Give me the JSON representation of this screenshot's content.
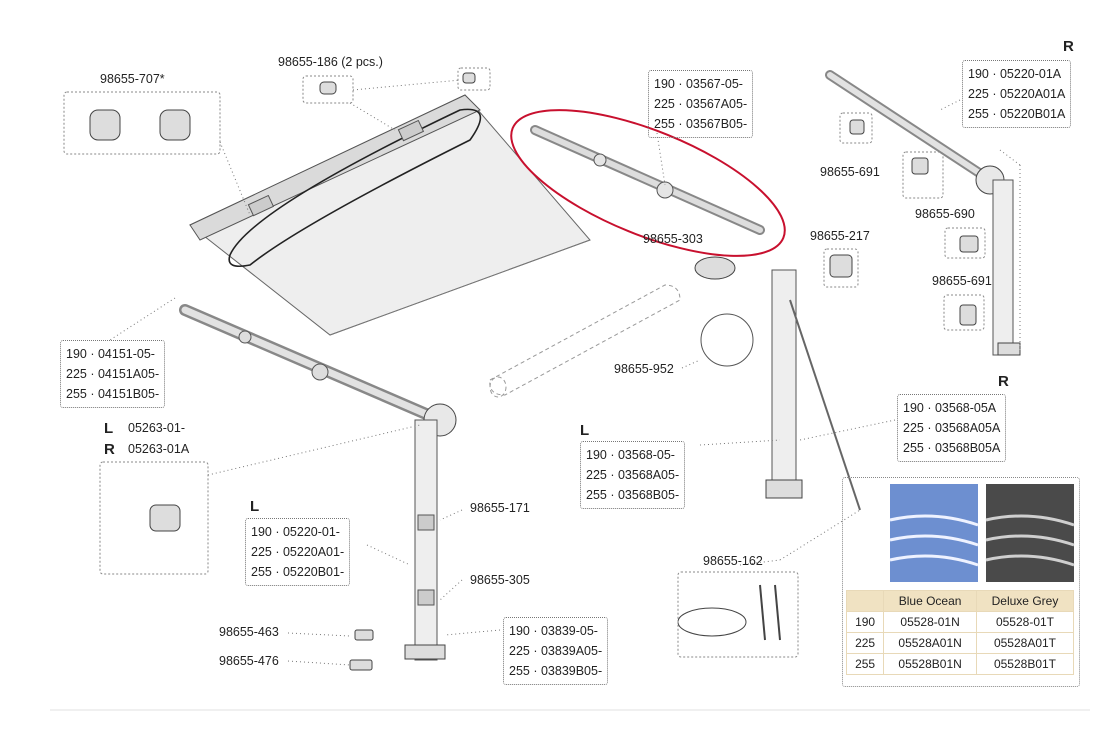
{
  "labels": {
    "p707": "98655-707*",
    "p186": "98655-186 (2 pcs.)",
    "p303": "98655-303",
    "p217": "98655-217",
    "p691a": "98655-691",
    "p690": "98655-690",
    "p691b": "98655-691",
    "p952": "98655-952",
    "p171": "98655-171",
    "p305": "98655-305",
    "p463": "98655-463",
    "p476": "98655-476",
    "p162": "98655-162"
  },
  "boxes": {
    "front_bar": [
      "190 · 03567-05-",
      "225 · 03567A05-",
      "255 · 03567B05-"
    ],
    "right_top": [
      "190 · 05220-01A",
      "225 · 05220A01A",
      "255 · 05220B01A"
    ],
    "left_arm": [
      "190 · 04151-05-",
      "225 · 04151A05-",
      "255 · 04151B05-"
    ],
    "left_leg": [
      "190 · 05220-01-",
      "225 · 05220A01-",
      "255 · 05220B01-"
    ],
    "center_leg_l": [
      "190 · 03568-05-",
      "225 · 03568A05-",
      "255 · 03568B05-"
    ],
    "center_leg_r": [
      "190 · 03568-05A",
      "225 · 03568A05A",
      "255 · 03568B05A"
    ],
    "foot": [
      "190 · 03839-05-",
      "225 · 03839A05-",
      "255 · 03839B05-"
    ]
  },
  "hinge": {
    "l_letter": "L",
    "l_code": "05263-01-",
    "r_letter": "R",
    "r_code": "05263-01A"
  },
  "side_letters": {
    "top_right": "R",
    "center_right": "R",
    "center_left": "L",
    "left_leg": "L"
  },
  "color_table": {
    "headers": [
      "",
      "Blue Ocean",
      "Deluxe Grey"
    ],
    "rows": [
      [
        "190",
        "05528-01N",
        "05528-01T"
      ],
      [
        "225",
        "05528A01N",
        "05528A01T"
      ],
      [
        "255",
        "05528B01N",
        "05528B01T"
      ]
    ],
    "swatch_colors": [
      "#6d8fd0",
      "#4a4a4a"
    ]
  },
  "colors": {
    "highlight": "#c8102e",
    "line": "#555555"
  }
}
